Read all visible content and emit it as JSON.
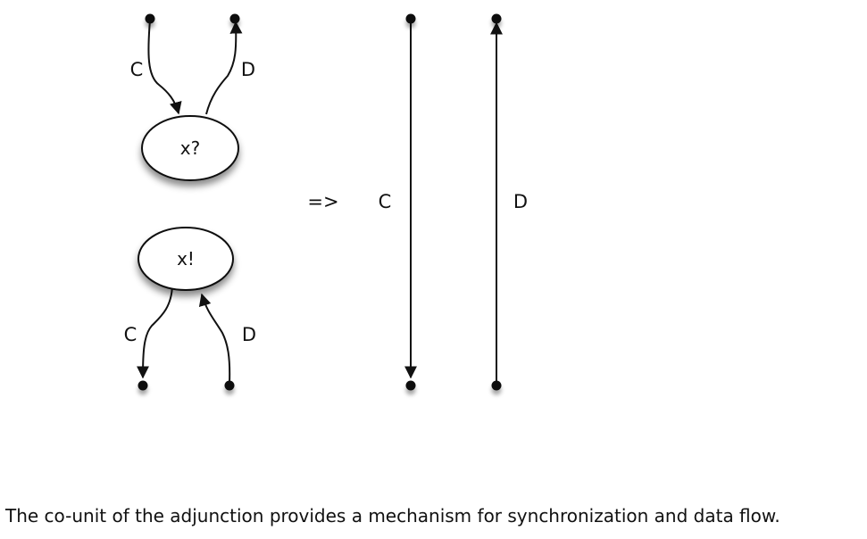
{
  "left_diagram": {
    "top_node_label": "x?",
    "bottom_node_label": "x!",
    "top_wire_in_label": "C",
    "top_wire_out_label": "D",
    "bottom_wire_out_label": "C",
    "bottom_wire_in_label": "D"
  },
  "arrow_symbol": "=>",
  "right_diagram": {
    "down_wire_label": "C",
    "up_wire_label": "D"
  },
  "caption": "The co-unit of the adjunction provides a mechanism for synchronization and data flow."
}
